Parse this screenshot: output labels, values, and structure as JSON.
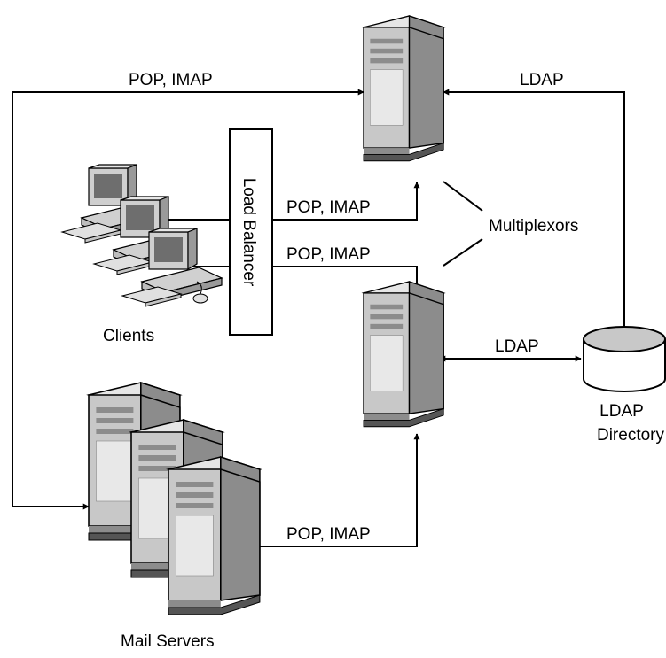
{
  "labels": {
    "pop_imap_top": "POP, IMAP",
    "ldap_top": "LDAP",
    "load_balancer": "Load Balancer",
    "pop_imap_upper": "POP, IMAP",
    "pop_imap_lower": "POP, IMAP",
    "multiplexors": "Multiplexors",
    "clients": "Clients",
    "ldap_middle": "LDAP",
    "ldap_directory_line1": "LDAP",
    "ldap_directory_line2": "Directory",
    "pop_imap_bottom": "POP, IMAP",
    "mail_servers": "Mail Servers"
  },
  "icons": {
    "multiplexor": "server-tower-icon",
    "mail_server": "server-tower-icon",
    "client": "desktop-computer-icon",
    "directory": "database-cylinder-icon"
  }
}
